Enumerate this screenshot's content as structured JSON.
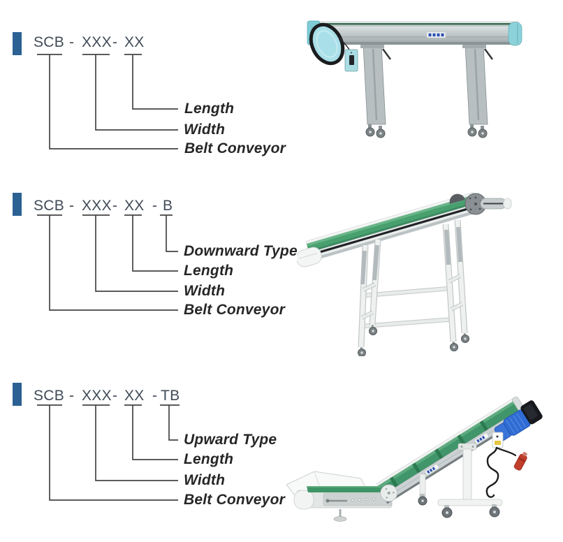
{
  "colors": {
    "marker_blue": "#2c6193",
    "code_text": "#414b57",
    "label_text": "#262626",
    "callout_line": "#444444",
    "belt_green": "#44996b",
    "conveyor_teal": "#a9dfe8",
    "motor_blue": "#2f6cd4",
    "plug_red": "#c23e2c",
    "frame_white": "#eef1f0"
  },
  "sections": [
    {
      "id": "standard",
      "code": {
        "p1": "SCB",
        "d1": "-",
        "p2": "XXX",
        "d2": "-",
        "p3": "XX"
      },
      "callouts": [
        {
          "label": "Length"
        },
        {
          "label": "Width"
        },
        {
          "label": "Belt Conveyor"
        }
      ],
      "image": "flat-belt-conveyor-photo"
    },
    {
      "id": "downward",
      "code": {
        "p1": "SCB",
        "d1": "-",
        "p2": "XXX",
        "d2": "-",
        "p3": "XX",
        "d3": "-",
        "p4": "B"
      },
      "callouts": [
        {
          "label": "Downward Type"
        },
        {
          "label": "Length"
        },
        {
          "label": "Width"
        },
        {
          "label": "Belt Conveyor"
        }
      ],
      "image": "downward-belt-conveyor-photo"
    },
    {
      "id": "upward",
      "code": {
        "p1": "SCB",
        "d1": "-",
        "p2": "XXX",
        "d2": "-",
        "p3": "XX",
        "d3": "-",
        "p4": "TB"
      },
      "callouts": [
        {
          "label": "Upward Type"
        },
        {
          "label": "Length"
        },
        {
          "label": "Width"
        },
        {
          "label": "Belt Conveyor"
        }
      ],
      "image": "upward-belt-conveyor-photo"
    }
  ]
}
